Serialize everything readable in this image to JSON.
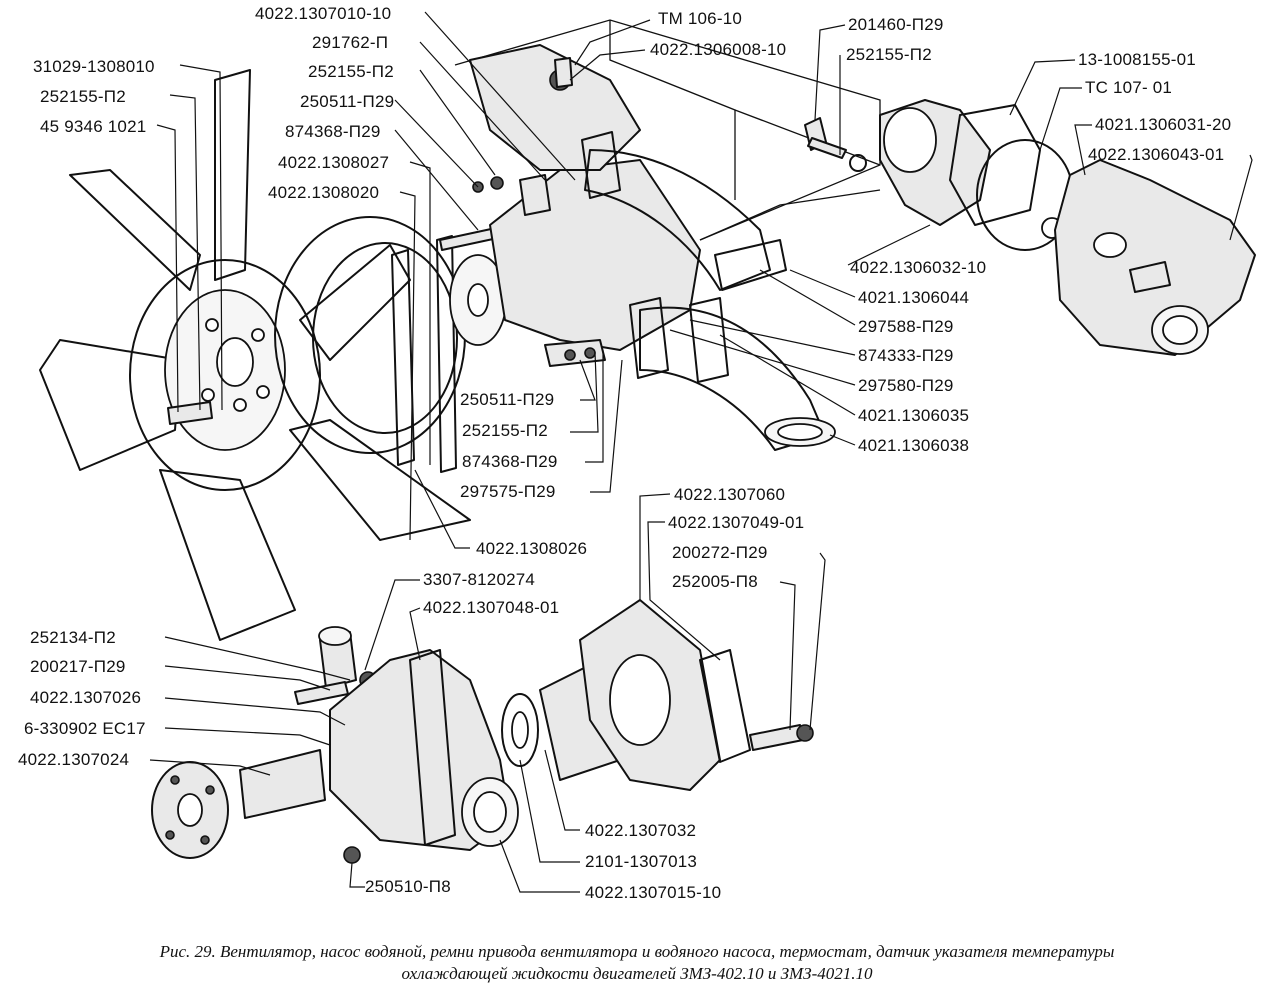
{
  "labels": {
    "l01": "4022.1307010-10",
    "l02": "ТМ 106-10",
    "l03": "201460-П29",
    "l04": "291762-П",
    "l05": "4022.1306008-10",
    "l06": "252155-П2",
    "l07": "31029-1308010",
    "l08": "252155-П2",
    "l09": "13-1008155-01",
    "l10": "252155-П2",
    "l11": "ТС 107- 01",
    "l12": "250511-П29",
    "l13": "4021.1306031-20",
    "l14": "45 9346 1021",
    "l15": "874368-П29",
    "l16": "4022.1306043-01",
    "l17": "4022.1308027",
    "l18": "4022.1308020",
    "l19": "4022.1306032-10",
    "l20": "4021.1306044",
    "l21": "297588-П29",
    "l22": "874333-П29",
    "l23": "297580-П29",
    "l24": "250511-П29",
    "l25": "4021.1306035",
    "l26": "252155-П2",
    "l27": "4021.1306038",
    "l28": "874368-П29",
    "l29": "297575-П29",
    "l30": "4022.1307060",
    "l31": "4022.1307049-01",
    "l32": "4022.1308026",
    "l33": "200272-П29",
    "l34": "252005-П8",
    "l35": "3307-8120274",
    "l36": "4022.1307048-01",
    "l37": "252134-П2",
    "l38": "200217-П29",
    "l39": "4022.1307026",
    "l40": "6-330902 ЕС17",
    "l41": "4022.1307024",
    "l42": "4022.1307032",
    "l43": "2101-1307013",
    "l44": "250510-П8",
    "l45": "4022.1307015-10"
  },
  "caption": {
    "line1": "Рис. 29. Вентилятор, насос водяной, ремни привода вентилятора и водяного насоса, термостат, датчик указателя температуры",
    "line2": "охлаждающей жидкости двигателей ЗМЗ-402.10 и ЗМЗ-4021.10"
  }
}
